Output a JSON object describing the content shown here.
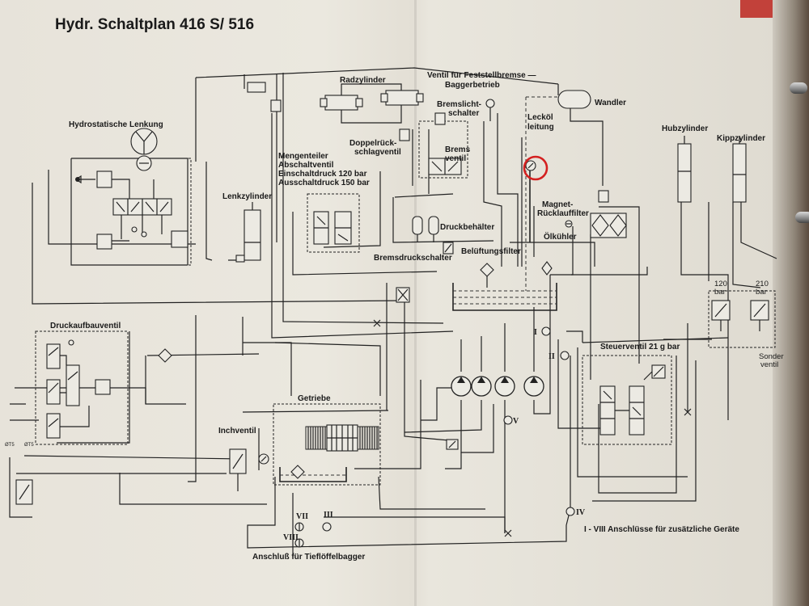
{
  "title": "Hydr. Schaltplan 416 S/ 516",
  "labels": {
    "lenkung": "Hydrostatische Lenkung",
    "radzylinder": "Radzylinder",
    "ventil_1": "Ventil für Feststellbremse —",
    "ventil_2": "Baggerbetrieb",
    "wandler": "Wandler",
    "bremslicht_1": "Bremslicht-",
    "bremslicht_2": "schalter",
    "leckoel_1": "Lecköl",
    "leckoel_2": "leitung",
    "hubzylinder": "Hubzylinder",
    "kippzylinder": "Kippzylinder",
    "doppel_1": "Doppelrück-",
    "doppel_2": "schlagventil",
    "brems_1": "Brems",
    "brems_2": "ventil",
    "mengen_1": "Mengenteiler",
    "mengen_2": "Abschaltventil",
    "mengen_3": "Einschaltdruck 120 bar",
    "mengen_4": "Ausschaltdruck 150 bar",
    "lenkzylinder": "Lenkzylinder",
    "magnet_1": "Magnet-",
    "magnet_2": "Rücklauffilter",
    "oelkuehler": "Ölkühler",
    "druckbehaelter": "Druckbehälter",
    "belueftung": "Belüftungsfilter",
    "bremsdruck": "Bremsdruckschalter",
    "bar120_1": "120",
    "bar120_2": "bar",
    "bar210_1": "210",
    "bar210_2": "bar",
    "druckaufbau": "Druckaufbauventil",
    "steuerventil": "Steuerventil 21 g bar",
    "sonder_1": "Sonder",
    "sonder_2": "ventil",
    "getriebe": "Getriebe",
    "inchventil": "Inchventil",
    "anschluss_geraete": "I - VIII Anschlüsse für zusätzliche Geräte",
    "anschluss_bagger": "Anschluß für Tieflöffelbagger",
    "port_I": "I",
    "port_II": "II",
    "port_III": "III",
    "port_IV": "IV",
    "port_V": "V",
    "port_VII": "VII",
    "port_VIII": "VIII",
    "small_a": "ØT5",
    "small_b": "ØT5"
  },
  "highlight_color": "#d42020"
}
